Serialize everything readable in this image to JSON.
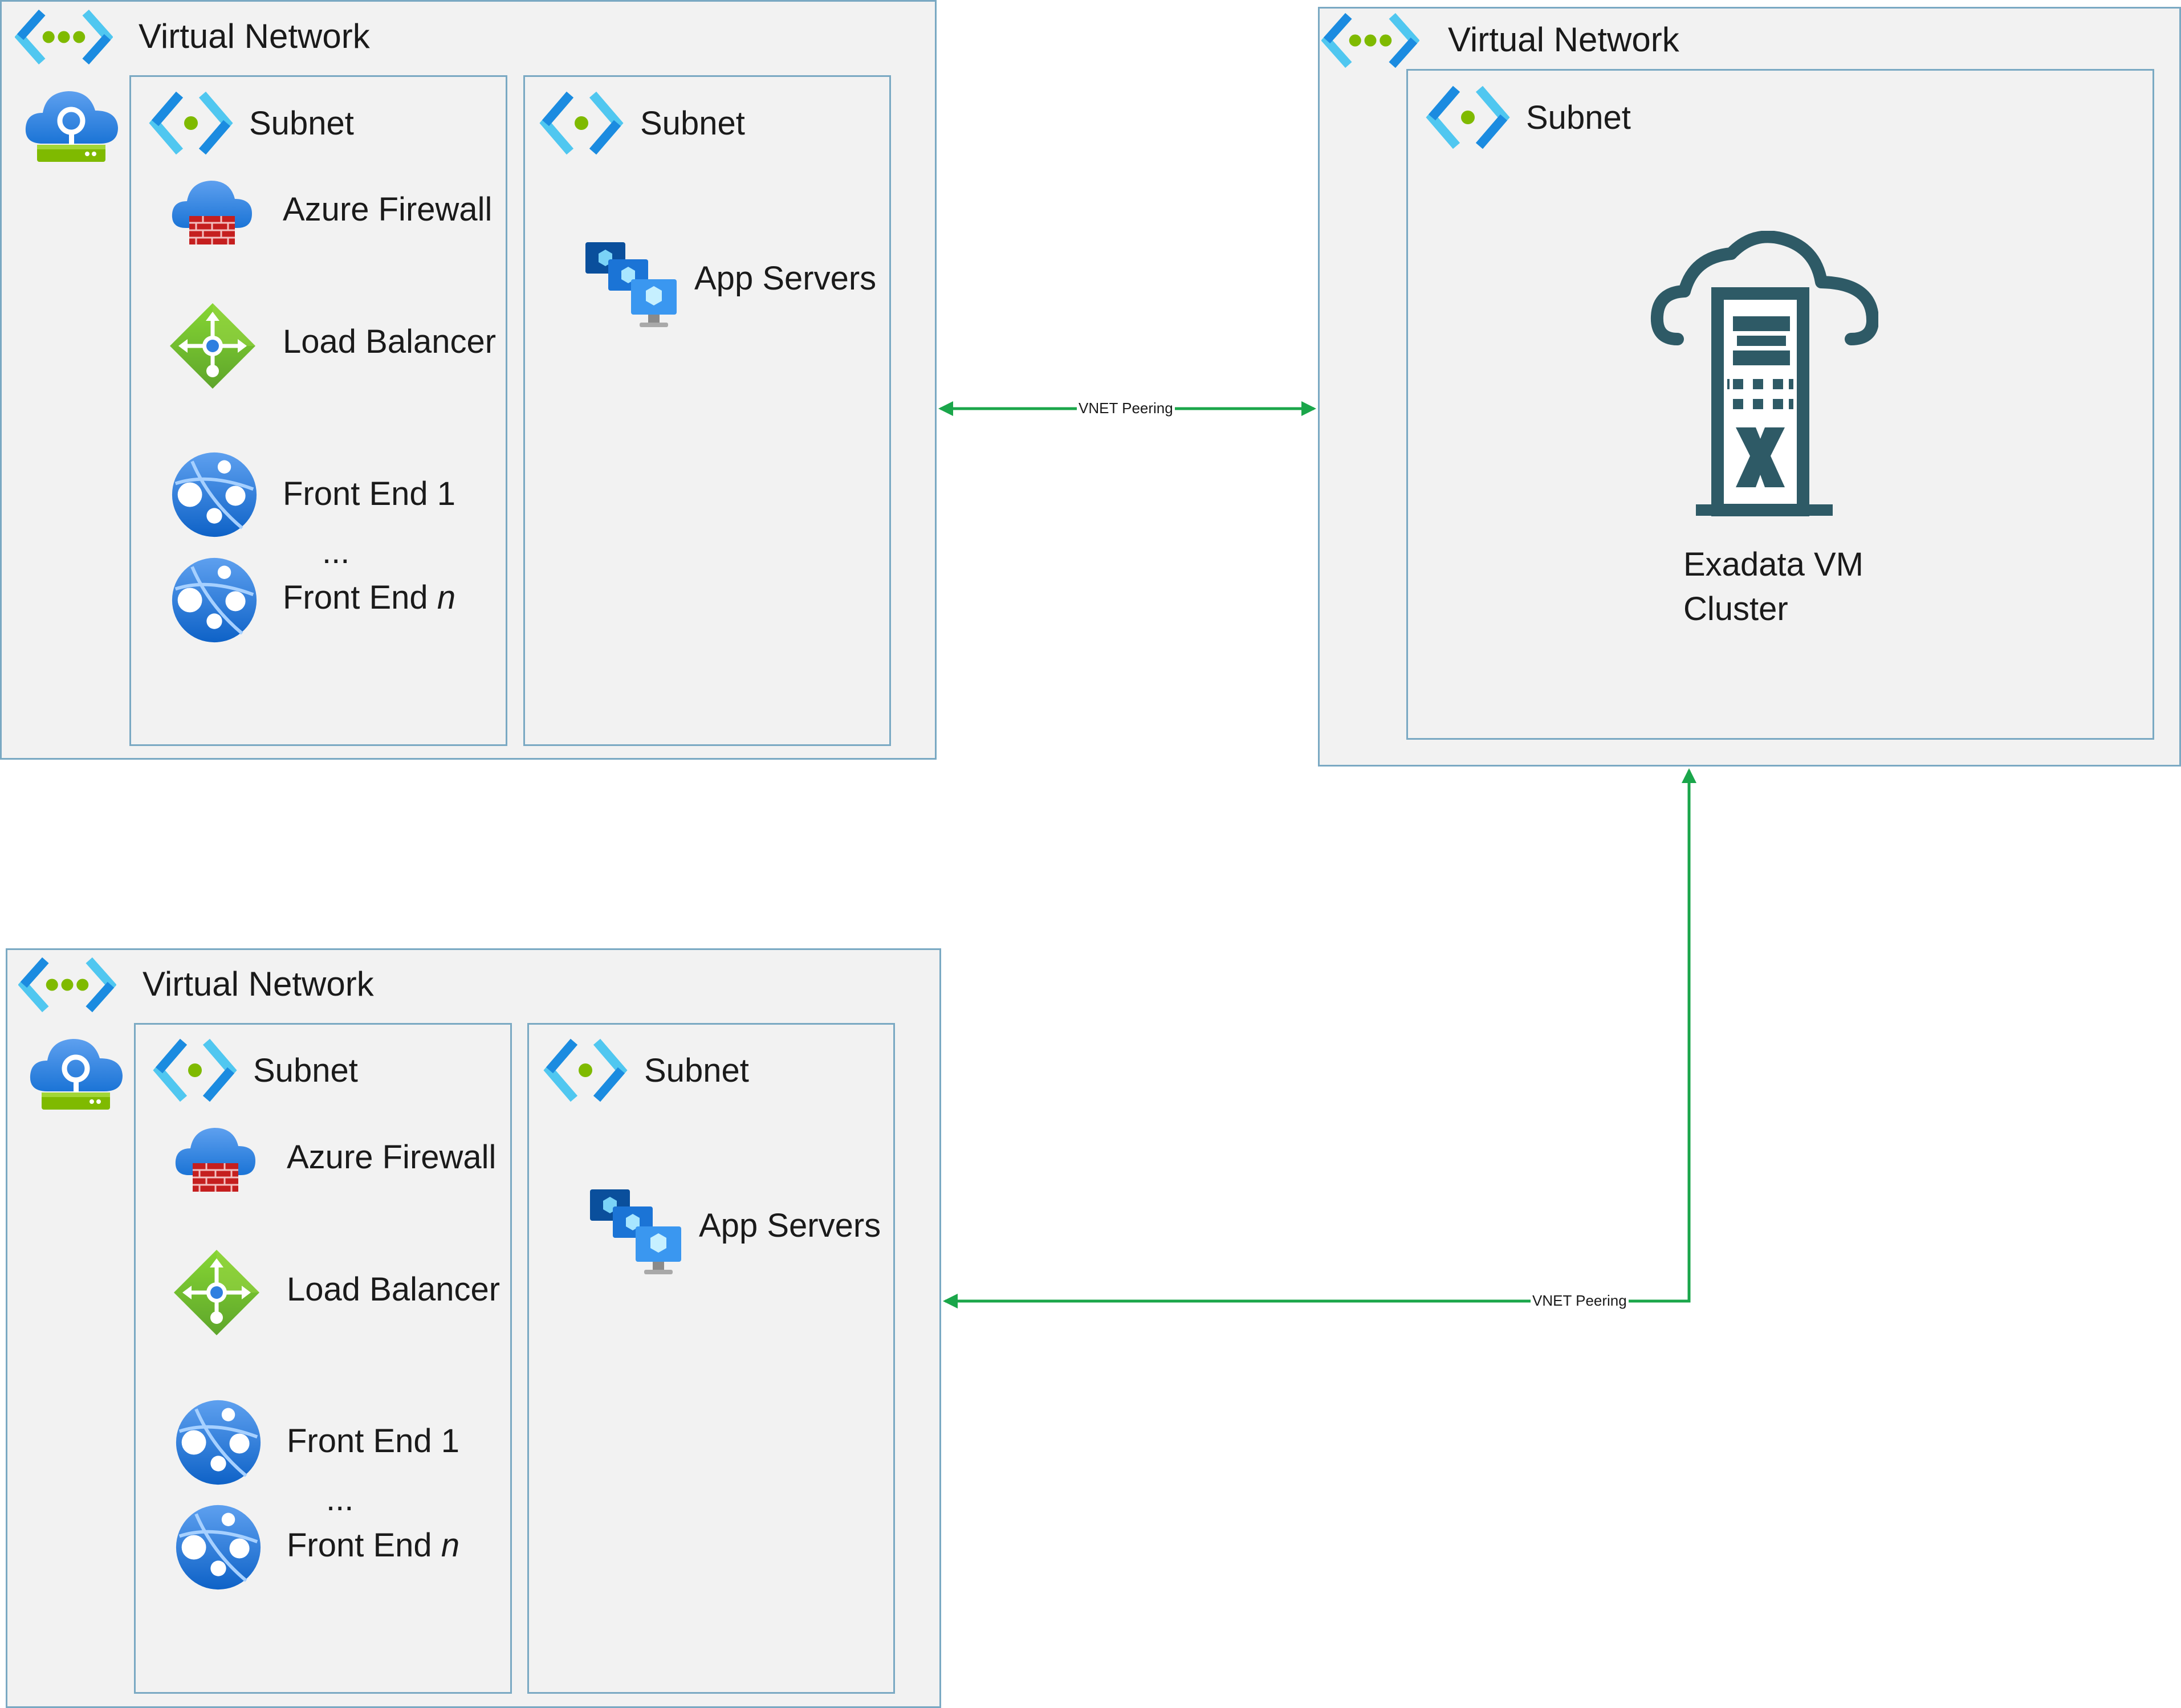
{
  "vnets": [
    {
      "title": "Virtual Network",
      "subnets": [
        {
          "title": "Subnet",
          "items": {
            "firewall": "Azure Firewall",
            "load_balancer": "Load Balancer",
            "front_end_1": "Front End 1",
            "ellipsis": "...",
            "front_end_n_prefix": "Front End ",
            "front_end_n_var": "n"
          }
        },
        {
          "title": "Subnet",
          "items": {
            "app_servers": "App Servers"
          }
        }
      ]
    },
    {
      "title": "Virtual Network",
      "subnets": [
        {
          "title": "Subnet",
          "items": {
            "exadata_line1": "Exadata VM",
            "exadata_line2": "Cluster"
          }
        }
      ]
    },
    {
      "title": "Virtual Network",
      "subnets": [
        {
          "title": "Subnet",
          "items": {
            "firewall": "Azure Firewall",
            "load_balancer": "Load Balancer",
            "front_end_1": "Front End 1",
            "ellipsis": "...",
            "front_end_n_prefix": "Front End ",
            "front_end_n_var": "n"
          }
        },
        {
          "title": "Subnet",
          "items": {
            "app_servers": "App Servers"
          }
        }
      ]
    }
  ],
  "connectors": [
    {
      "label": "VNET Peering",
      "from": "vnet-1",
      "to": "vnet-2"
    },
    {
      "label": "VNET Peering",
      "from": "vnet-3",
      "to": "vnet-2"
    }
  ],
  "colors": {
    "connector": "#1aa64a",
    "border": "#7aa9c3",
    "background": "#f2f2f2",
    "exadata": "#2e5a66"
  },
  "icons": [
    "vnet-icon",
    "gateway-icon",
    "subnet-icon",
    "firewall-icon",
    "load-balancer-icon",
    "app-service-icon",
    "vm-scale-set-icon",
    "exadata-icon"
  ]
}
